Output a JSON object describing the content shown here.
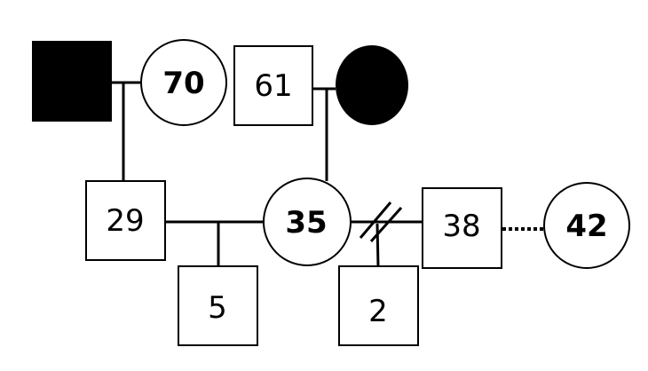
{
  "diagram": {
    "type": "genogram",
    "colors": {
      "stroke": "#000000",
      "fill_affected": "#000000",
      "background": "#ffffff"
    },
    "people": [
      {
        "id": "gf1",
        "shape": "square",
        "filled": true,
        "label": ""
      },
      {
        "id": "gm1",
        "shape": "circle",
        "filled": false,
        "label": "70",
        "bold": true
      },
      {
        "id": "gf2",
        "shape": "square",
        "filled": false,
        "label": "61"
      },
      {
        "id": "gm2",
        "shape": "circle",
        "filled": true,
        "label": ""
      },
      {
        "id": "p29",
        "shape": "square",
        "filled": false,
        "label": "29"
      },
      {
        "id": "p35",
        "shape": "circle",
        "filled": false,
        "label": "35",
        "bold": true
      },
      {
        "id": "p38",
        "shape": "square",
        "filled": false,
        "label": "38"
      },
      {
        "id": "p42",
        "shape": "circle",
        "filled": false,
        "label": "42",
        "bold": true
      },
      {
        "id": "c5",
        "shape": "square",
        "filled": false,
        "label": "5"
      },
      {
        "id": "c2",
        "shape": "square",
        "filled": false,
        "label": "2"
      }
    ],
    "relationships": [
      {
        "from": "gf1",
        "to": "gm1",
        "type": "marriage"
      },
      {
        "from": "gf2",
        "to": "gm2",
        "type": "marriage"
      },
      {
        "from": "p29",
        "to": "p35",
        "type": "marriage"
      },
      {
        "from": "p35",
        "to": "p38",
        "type": "divorced"
      },
      {
        "from": "p38",
        "to": "p42",
        "type": "dating"
      }
    ]
  }
}
